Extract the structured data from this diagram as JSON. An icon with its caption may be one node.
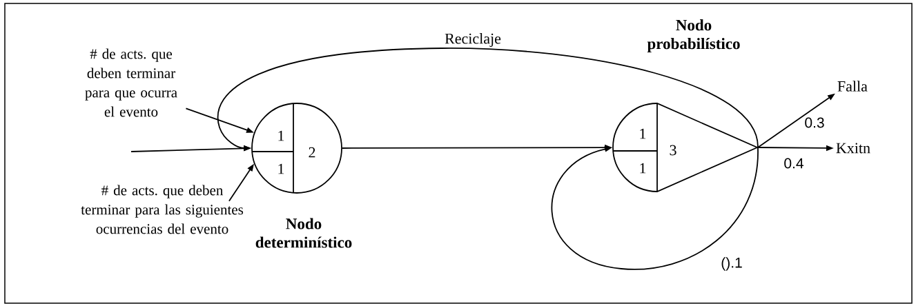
{
  "diagram": {
    "nodes": [
      {
        "text": [
          "1",
          "1",
          "2",
          "Nodo determinístico"
        ]
      },
      {
        "text": [
          "1",
          "1",
          "3",
          "Nodo probabilístico"
        ]
      },
      {
        "text": [
          "# de acts. que deben terminar para que ocurra el evento"
        ]
      },
      {
        "text": [
          "# de acts. que deben terminar para las siguientes ocurrencias del evento"
        ]
      },
      {
        "text": [
          "Falla"
        ]
      },
      {
        "text": [
          "Kxitn"
        ]
      }
    ],
    "edges": [
      {
        "from": null,
        "to": 0,
        "arrow": "to"
      },
      {
        "from": 2,
        "to": 0,
        "arrow": "to"
      },
      {
        "from": 3,
        "to": 0,
        "arrow": "to"
      },
      {
        "from": 0,
        "to": 1,
        "arrow": "to"
      },
      {
        "from": 1,
        "to": 0,
        "arrow": "to",
        "label": "Reciclaje"
      },
      {
        "from": 1,
        "to": 4,
        "arrow": "to",
        "label": "0.3"
      },
      {
        "from": 1,
        "to": 5,
        "arrow": "to",
        "label": "0.4"
      },
      {
        "from": 1,
        "to": 1,
        "arrow": "to",
        "label": "().1"
      }
    ]
  }
}
